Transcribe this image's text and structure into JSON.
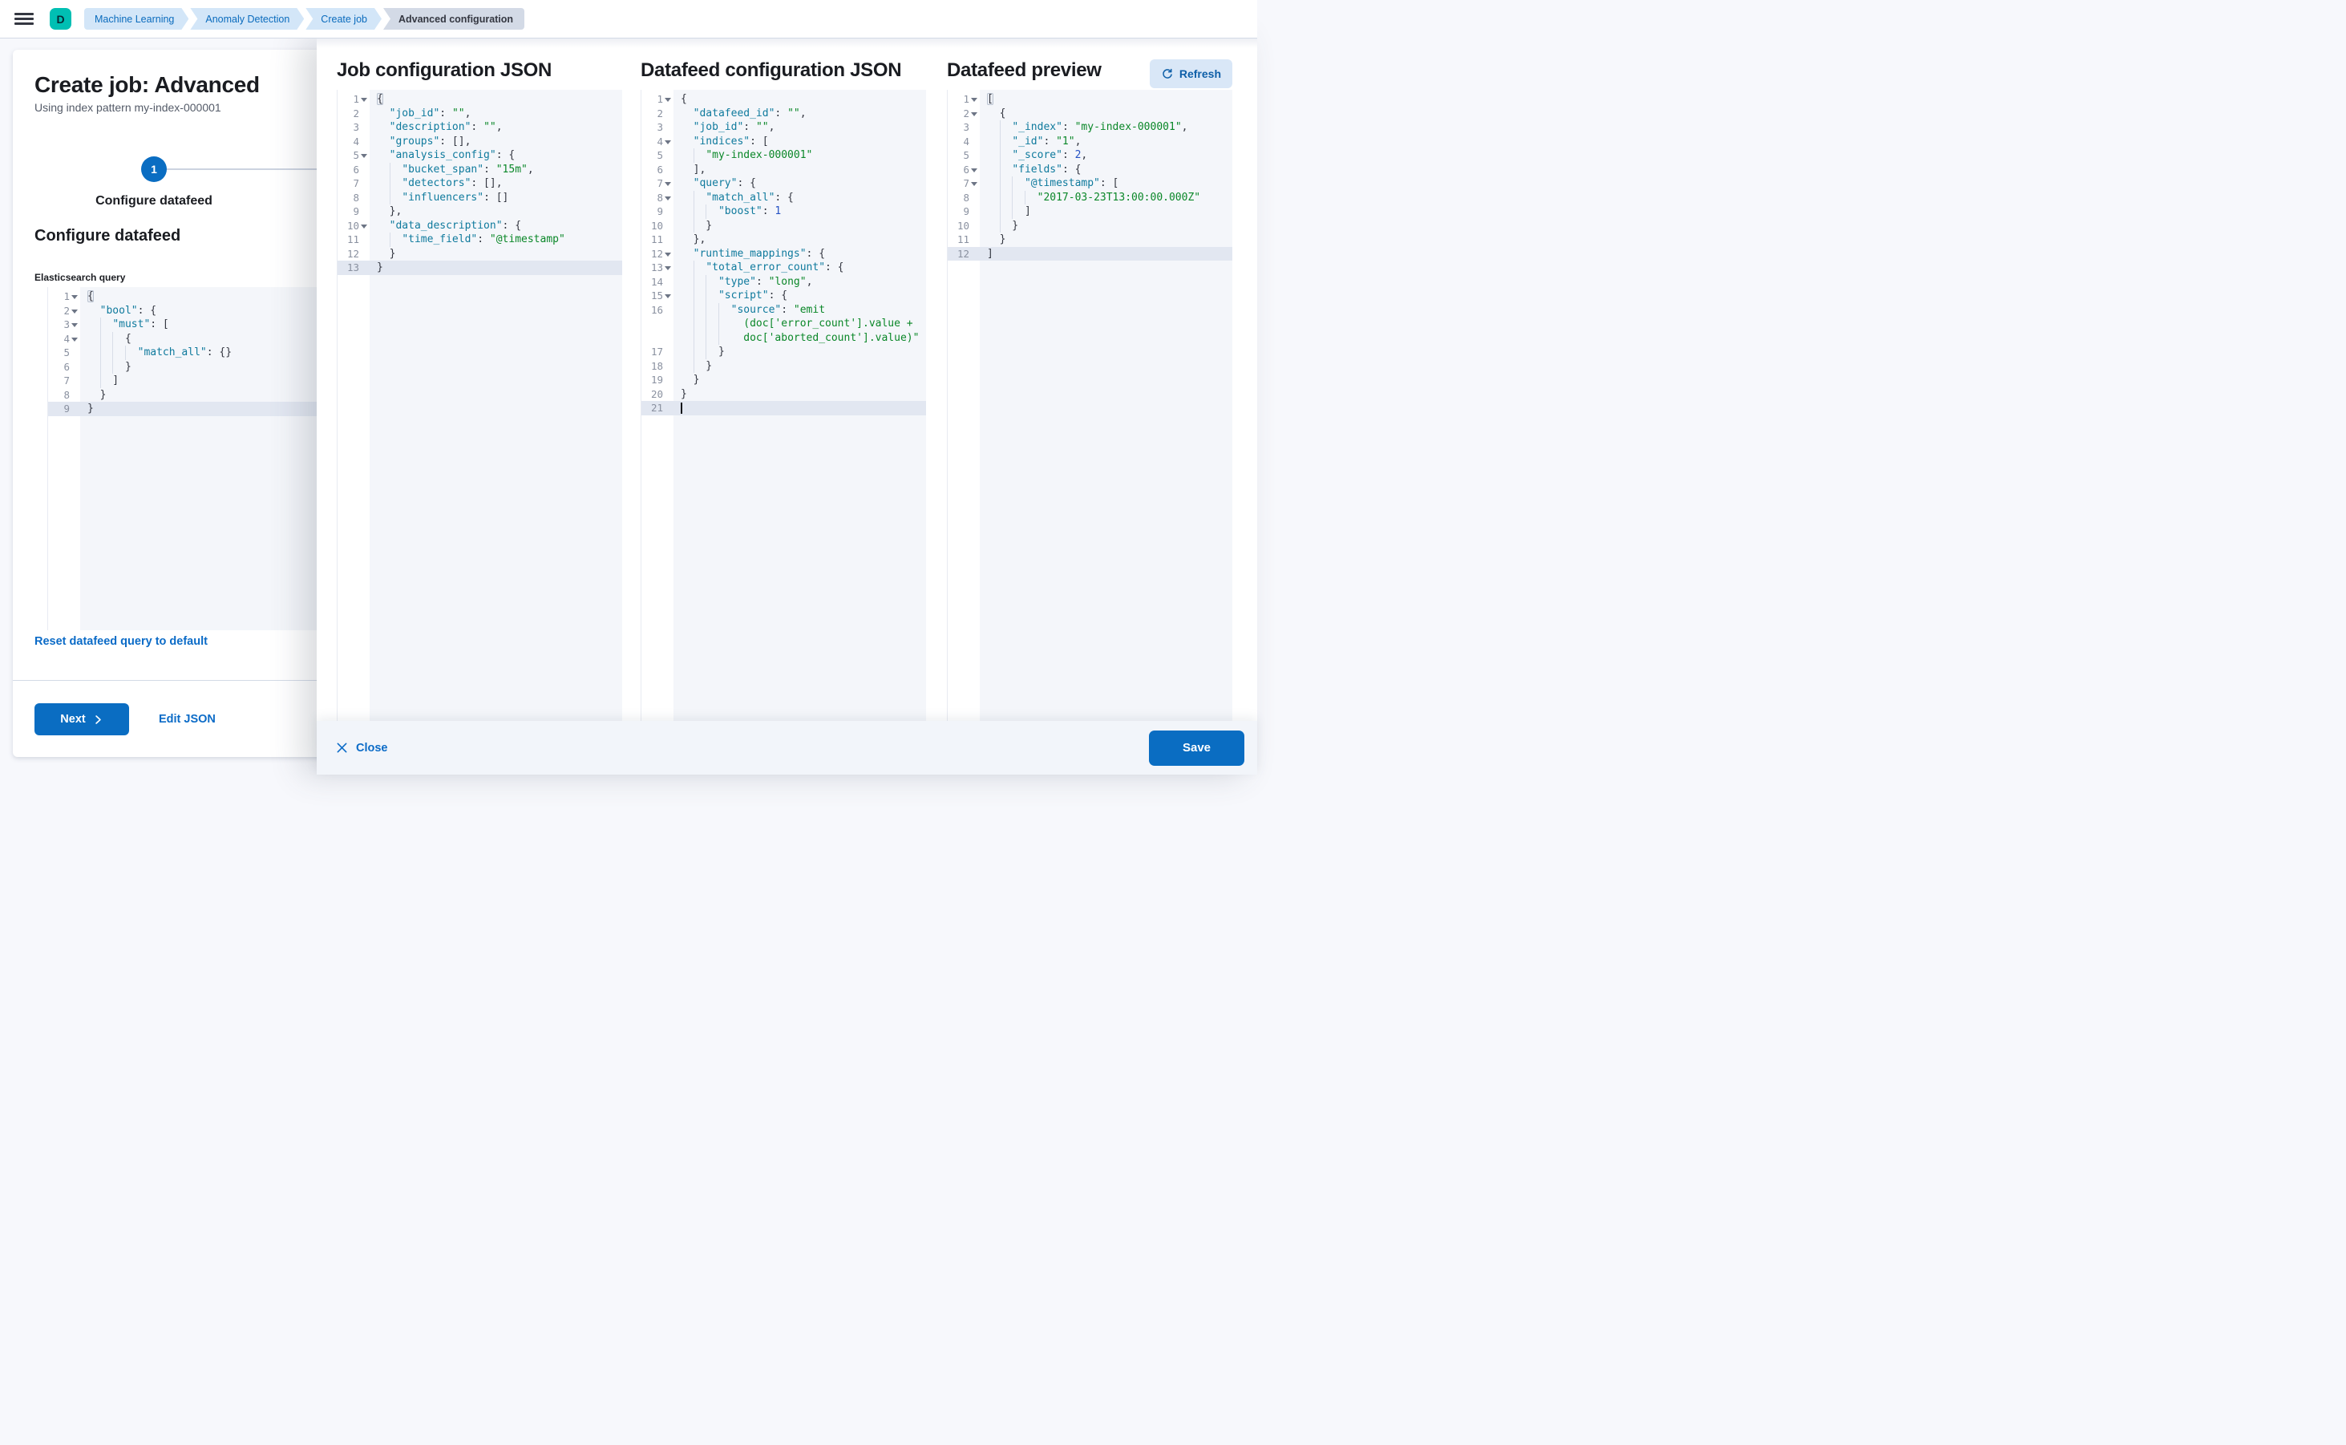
{
  "header": {
    "avatar_letter": "D",
    "breadcrumbs": [
      {
        "label": "Machine Learning",
        "current": false
      },
      {
        "label": "Anomaly Detection",
        "current": false
      },
      {
        "label": "Create job",
        "current": false
      },
      {
        "label": "Advanced configuration",
        "current": true
      }
    ]
  },
  "wizard": {
    "title": "Create job: Advanced",
    "subtitle": "Using index pattern my-index-000001",
    "step_number": "1",
    "step_label": "Configure datafeed",
    "section_heading": "Configure datafeed",
    "query_label": "Elasticsearch query",
    "reset_link": "Reset datafeed query to default",
    "next_button": "Next",
    "edit_json_link": "Edit JSON"
  },
  "flyout": {
    "col1_heading": "Job configuration JSON",
    "col2_heading": "Datafeed configuration JSON",
    "col3_heading": "Datafeed preview",
    "refresh_button": "Refresh",
    "close_button": "Close",
    "save_button": "Save"
  },
  "colors": {
    "accent_blue": "#0a6dc2",
    "link_blue": "#0b6bc7",
    "avatar_teal": "#00bfb3",
    "breadcrumb_bg": "#d3e6f8",
    "breadcrumb_current_bg": "#d3dae6",
    "syntax_key": "#0f7a9d",
    "syntax_string": "#0a8728",
    "syntax_number": "#2451c4",
    "editor_bg": "#f4f6fa",
    "active_line_bg": "#e2e7f1"
  },
  "editors": {
    "es_query": {
      "lines": [
        {
          "n": "1",
          "fold": true,
          "t": [
            [
              "b",
              "{"
            ]
          ]
        },
        {
          "n": "2",
          "fold": true,
          "t": [
            [
              "p",
              "  "
            ],
            [
              "k",
              "\"bool\""
            ],
            [
              "p",
              ": {"
            ]
          ]
        },
        {
          "n": "3",
          "fold": true,
          "t": [
            [
              "p",
              "    "
            ],
            [
              "k",
              "\"must\""
            ],
            [
              "p",
              ": ["
            ]
          ]
        },
        {
          "n": "4",
          "fold": true,
          "t": [
            [
              "p",
              "      {"
            ]
          ]
        },
        {
          "n": "5",
          "t": [
            [
              "p",
              "        "
            ],
            [
              "k",
              "\"match_all\""
            ],
            [
              "p",
              ": {}"
            ]
          ]
        },
        {
          "n": "6",
          "t": [
            [
              "p",
              "      }"
            ]
          ]
        },
        {
          "n": "7",
          "t": [
            [
              "p",
              "    ]"
            ]
          ]
        },
        {
          "n": "8",
          "t": [
            [
              "p",
              "  }"
            ]
          ]
        },
        {
          "n": "9",
          "active": true,
          "t": [
            [
              "p",
              "}"
            ]
          ]
        }
      ]
    },
    "job_config": {
      "lines": [
        {
          "n": "1",
          "fold": true,
          "t": [
            [
              "b",
              "{"
            ]
          ]
        },
        {
          "n": "2",
          "t": [
            [
              "p",
              "  "
            ],
            [
              "k",
              "\"job_id\""
            ],
            [
              "p",
              ": "
            ],
            [
              "s",
              "\"\""
            ],
            [
              "p",
              ","
            ]
          ]
        },
        {
          "n": "3",
          "t": [
            [
              "p",
              "  "
            ],
            [
              "k",
              "\"description\""
            ],
            [
              "p",
              ": "
            ],
            [
              "s",
              "\"\""
            ],
            [
              "p",
              ","
            ]
          ]
        },
        {
          "n": "4",
          "t": [
            [
              "p",
              "  "
            ],
            [
              "k",
              "\"groups\""
            ],
            [
              "p",
              ": [],"
            ]
          ]
        },
        {
          "n": "5",
          "fold": true,
          "t": [
            [
              "p",
              "  "
            ],
            [
              "k",
              "\"analysis_config\""
            ],
            [
              "p",
              ": {"
            ]
          ]
        },
        {
          "n": "6",
          "t": [
            [
              "p",
              "    "
            ],
            [
              "k",
              "\"bucket_span\""
            ],
            [
              "p",
              ": "
            ],
            [
              "s",
              "\"15m\""
            ],
            [
              "p",
              ","
            ]
          ]
        },
        {
          "n": "7",
          "t": [
            [
              "p",
              "    "
            ],
            [
              "k",
              "\"detectors\""
            ],
            [
              "p",
              ": [],"
            ]
          ]
        },
        {
          "n": "8",
          "t": [
            [
              "p",
              "    "
            ],
            [
              "k",
              "\"influencers\""
            ],
            [
              "p",
              ": []"
            ]
          ]
        },
        {
          "n": "9",
          "t": [
            [
              "p",
              "  },"
            ]
          ]
        },
        {
          "n": "10",
          "fold": true,
          "t": [
            [
              "p",
              "  "
            ],
            [
              "k",
              "\"data_description\""
            ],
            [
              "p",
              ": {"
            ]
          ]
        },
        {
          "n": "11",
          "t": [
            [
              "p",
              "    "
            ],
            [
              "k",
              "\"time_field\""
            ],
            [
              "p",
              ": "
            ],
            [
              "s",
              "\"@timestamp\""
            ]
          ]
        },
        {
          "n": "12",
          "t": [
            [
              "p",
              "  }"
            ]
          ]
        },
        {
          "n": "13",
          "active": true,
          "t": [
            [
              "p",
              "}"
            ]
          ]
        }
      ]
    },
    "datafeed_config": {
      "lines": [
        {
          "n": "1",
          "fold": true,
          "t": [
            [
              "p",
              "{"
            ]
          ]
        },
        {
          "n": "2",
          "t": [
            [
              "p",
              "  "
            ],
            [
              "k",
              "\"datafeed_id\""
            ],
            [
              "p",
              ": "
            ],
            [
              "s",
              "\"\""
            ],
            [
              "p",
              ","
            ]
          ]
        },
        {
          "n": "3",
          "t": [
            [
              "p",
              "  "
            ],
            [
              "k",
              "\"job_id\""
            ],
            [
              "p",
              ": "
            ],
            [
              "s",
              "\"\""
            ],
            [
              "p",
              ","
            ]
          ]
        },
        {
          "n": "4",
          "fold": true,
          "t": [
            [
              "p",
              "  "
            ],
            [
              "k",
              "\"indices\""
            ],
            [
              "p",
              ": ["
            ]
          ]
        },
        {
          "n": "5",
          "t": [
            [
              "p",
              "    "
            ],
            [
              "s",
              "\"my-index-000001\""
            ]
          ]
        },
        {
          "n": "6",
          "t": [
            [
              "p",
              "  ],"
            ]
          ]
        },
        {
          "n": "7",
          "fold": true,
          "t": [
            [
              "p",
              "  "
            ],
            [
              "k",
              "\"query\""
            ],
            [
              "p",
              ": {"
            ]
          ]
        },
        {
          "n": "8",
          "fold": true,
          "t": [
            [
              "p",
              "    "
            ],
            [
              "k",
              "\"match_all\""
            ],
            [
              "p",
              ": {"
            ]
          ]
        },
        {
          "n": "9",
          "t": [
            [
              "p",
              "      "
            ],
            [
              "k",
              "\"boost\""
            ],
            [
              "p",
              ": "
            ],
            [
              "n",
              "1"
            ]
          ]
        },
        {
          "n": "10",
          "t": [
            [
              "p",
              "    }"
            ]
          ]
        },
        {
          "n": "11",
          "t": [
            [
              "p",
              "  },"
            ]
          ]
        },
        {
          "n": "12",
          "fold": true,
          "t": [
            [
              "p",
              "  "
            ],
            [
              "k",
              "\"runtime_mappings\""
            ],
            [
              "p",
              ": {"
            ]
          ]
        },
        {
          "n": "13",
          "fold": true,
          "t": [
            [
              "p",
              "    "
            ],
            [
              "k",
              "\"total_error_count\""
            ],
            [
              "p",
              ": {"
            ]
          ]
        },
        {
          "n": "14",
          "t": [
            [
              "p",
              "      "
            ],
            [
              "k",
              "\"type\""
            ],
            [
              "p",
              ": "
            ],
            [
              "s",
              "\"long\""
            ],
            [
              "p",
              ","
            ]
          ]
        },
        {
          "n": "15",
          "fold": true,
          "t": [
            [
              "p",
              "      "
            ],
            [
              "k",
              "\"script\""
            ],
            [
              "p",
              ": {"
            ]
          ]
        },
        {
          "n": "16",
          "t": [
            [
              "p",
              "        "
            ],
            [
              "k",
              "\"source\""
            ],
            [
              "p",
              ": "
            ],
            [
              "s",
              "\"emit"
            ]
          ],
          "wrap": [
            [
              [
                "p",
                "          "
              ],
              [
                "s",
                "(doc['error_count'].value +"
              ]
            ],
            [
              [
                "p",
                "          "
              ],
              [
                "s",
                "doc['aborted_count'].value)\""
              ]
            ]
          ]
        },
        {
          "n": "17",
          "t": [
            [
              "p",
              "      }"
            ]
          ]
        },
        {
          "n": "18",
          "t": [
            [
              "p",
              "    }"
            ]
          ]
        },
        {
          "n": "19",
          "t": [
            [
              "p",
              "  }"
            ]
          ]
        },
        {
          "n": "20",
          "t": [
            [
              "p",
              "}"
            ]
          ]
        },
        {
          "n": "21",
          "active": true,
          "caret": true,
          "t": [
            [
              "p",
              ""
            ]
          ]
        }
      ]
    },
    "preview": {
      "lines": [
        {
          "n": "1",
          "fold": true,
          "t": [
            [
              "b",
              "["
            ]
          ]
        },
        {
          "n": "2",
          "fold": true,
          "t": [
            [
              "p",
              "  {"
            ]
          ]
        },
        {
          "n": "3",
          "t": [
            [
              "p",
              "    "
            ],
            [
              "k",
              "\"_index\""
            ],
            [
              "p",
              ": "
            ],
            [
              "s",
              "\"my-index-000001\""
            ],
            [
              "p",
              ","
            ]
          ]
        },
        {
          "n": "4",
          "t": [
            [
              "p",
              "    "
            ],
            [
              "k",
              "\"_id\""
            ],
            [
              "p",
              ": "
            ],
            [
              "s",
              "\"1\""
            ],
            [
              "p",
              ","
            ]
          ]
        },
        {
          "n": "5",
          "t": [
            [
              "p",
              "    "
            ],
            [
              "k",
              "\"_score\""
            ],
            [
              "p",
              ": "
            ],
            [
              "n",
              "2"
            ],
            [
              "p",
              ","
            ]
          ]
        },
        {
          "n": "6",
          "fold": true,
          "t": [
            [
              "p",
              "    "
            ],
            [
              "k",
              "\"fields\""
            ],
            [
              "p",
              ": {"
            ]
          ]
        },
        {
          "n": "7",
          "fold": true,
          "t": [
            [
              "p",
              "      "
            ],
            [
              "k",
              "\"@timestamp\""
            ],
            [
              "p",
              ": ["
            ]
          ]
        },
        {
          "n": "8",
          "t": [
            [
              "p",
              "        "
            ],
            [
              "s",
              "\"2017-03-23T13:00:00.000Z\""
            ]
          ]
        },
        {
          "n": "9",
          "t": [
            [
              "p",
              "      ]"
            ]
          ]
        },
        {
          "n": "10",
          "t": [
            [
              "p",
              "    }"
            ]
          ]
        },
        {
          "n": "11",
          "t": [
            [
              "p",
              "  }"
            ]
          ]
        },
        {
          "n": "12",
          "active": true,
          "t": [
            [
              "p",
              "]"
            ]
          ]
        }
      ]
    }
  }
}
